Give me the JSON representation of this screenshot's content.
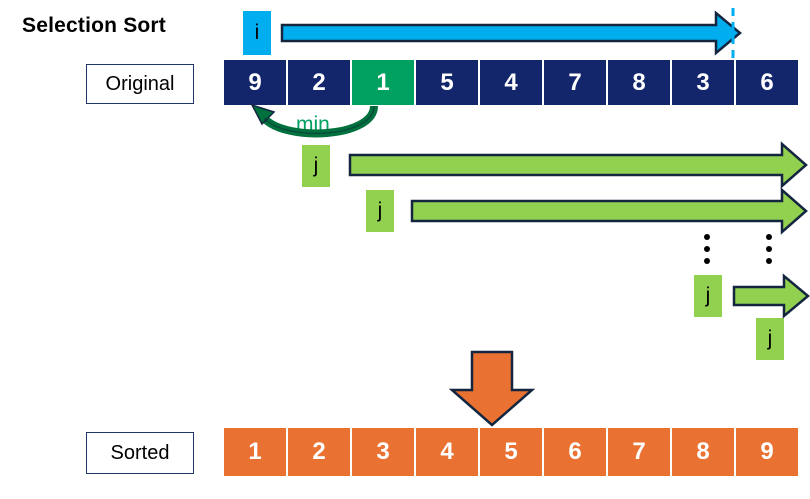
{
  "title": "Selection Sort",
  "rows": {
    "original": {
      "label": "Original",
      "values": [
        "9",
        "2",
        "1",
        "5",
        "4",
        "7",
        "8",
        "3",
        "6"
      ],
      "min_index": 2,
      "cell_color": "#13266B",
      "min_cell_color": "#00A160"
    },
    "sorted": {
      "label": "Sorted",
      "values": [
        "1",
        "2",
        "3",
        "4",
        "5",
        "6",
        "7",
        "8",
        "9"
      ],
      "cell_color": "#E97132"
    }
  },
  "pointers": {
    "i_label": "i",
    "i_color": "#00AEEF",
    "j_label": "j",
    "j_color": "#92D050",
    "j_instances": [
      "j",
      "j",
      "j",
      "j"
    ]
  },
  "annotations": {
    "min_caption": "min",
    "min_color": "#00A160",
    "ellipsis_dots": 3
  },
  "arrows": {
    "i_sweep": {
      "name": "i-sweep-arrow",
      "color": "#00AEEF",
      "direction": "right"
    },
    "j_sweep_1": {
      "name": "j-sweep-arrow-1",
      "color": "#92D050",
      "direction": "right"
    },
    "j_sweep_2": {
      "name": "j-sweep-arrow-2",
      "color": "#92D050",
      "direction": "right"
    },
    "j_sweep_3": {
      "name": "j-sweep-arrow-3",
      "color": "#92D050",
      "direction": "right"
    },
    "min_swap": {
      "name": "min-swap-arrow",
      "color": "#00703C",
      "direction": "left"
    },
    "result": {
      "name": "result-down-arrow",
      "color": "#E97132",
      "direction": "down"
    },
    "outline_color": "#13253F",
    "boundary_line_color": "#00AEEF"
  }
}
